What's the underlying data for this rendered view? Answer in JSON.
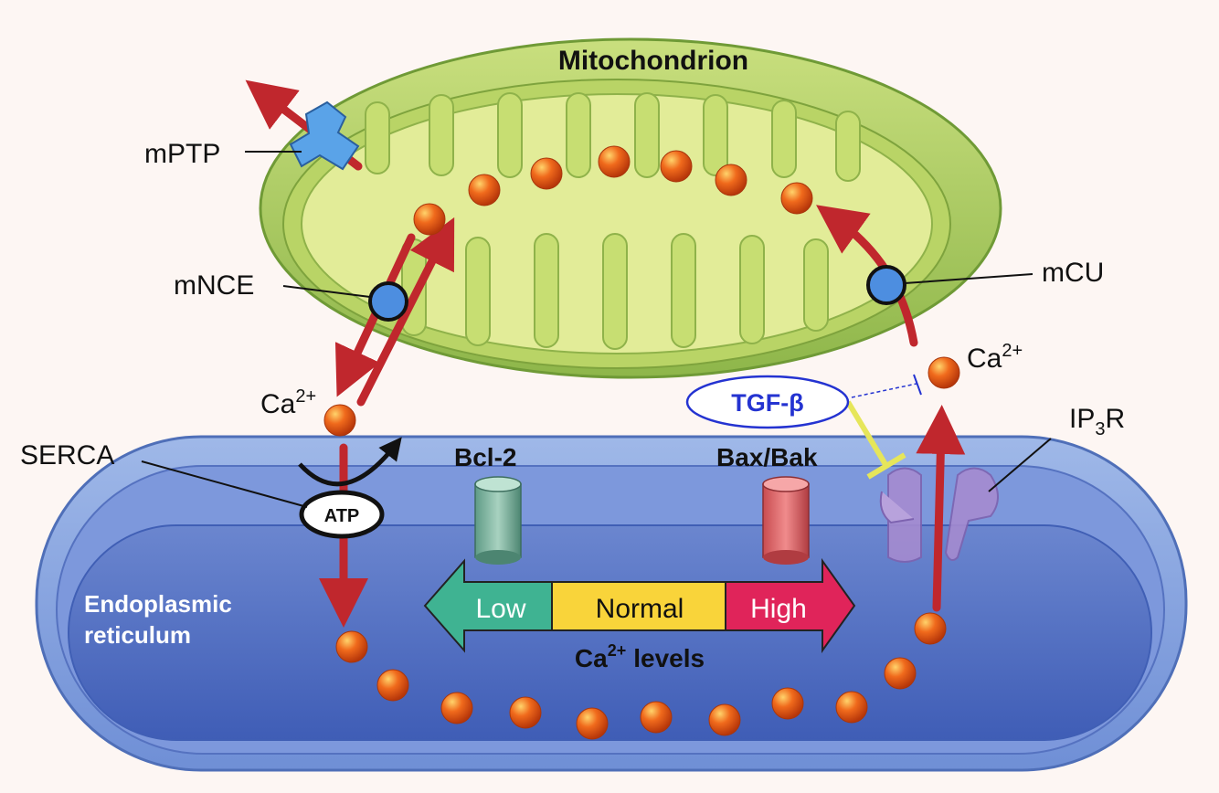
{
  "labels": {
    "mitochondrion": "Mitochondrion",
    "mptp": "mPTP",
    "mnce": "mNCE",
    "mcu": "mCU",
    "serca": "SERCA",
    "atp": "ATP",
    "ca_base": "Ca",
    "ca_sup": "2+",
    "tgf": "TGF-β",
    "bcl2": "Bcl-2",
    "baxbak": "Bax/Bak",
    "ip3r_ip": "IP",
    "ip3r_sub": "3",
    "ip3r_r": "R",
    "er_line1": "Endoplasmic",
    "er_line2": "reticulum",
    "levels_word": "levels"
  },
  "ca_scale": {
    "low": "Low",
    "normal": "Normal",
    "high": "High"
  },
  "colors": {
    "background": "#fdf6f3",
    "mito_outer": "#a8c95a",
    "mito_inner": "#e4ee9a",
    "er_outer": "#8aa6dd",
    "er_lumen": "#5b79c6",
    "ca_ion": "#f06a1c",
    "arrow": "#c0272d",
    "transporter": "#4d8ee0",
    "low": "#3fb392",
    "normal": "#f9d43a",
    "high": "#e0245a",
    "tgf": "#2433d1"
  }
}
